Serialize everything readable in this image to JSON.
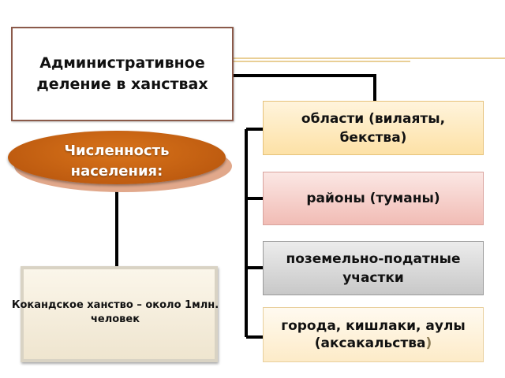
{
  "title": "Административное деление в ханствах",
  "population": {
    "label": "Численность населения:",
    "info": "Кокандское ханство – около 1млн. человек"
  },
  "divisions": [
    {
      "text": "области (вилаяты, бекства)"
    },
    {
      "text": "районы (туманы)"
    },
    {
      "text": "поземельно-податные участки"
    },
    {
      "text_main": "города, кишлаки, аулы (аксакальства",
      "text_close": ")"
    }
  ],
  "colors": {
    "connector": "#000000",
    "title_border": "#8b5a4a",
    "oval": "#c4620f"
  }
}
